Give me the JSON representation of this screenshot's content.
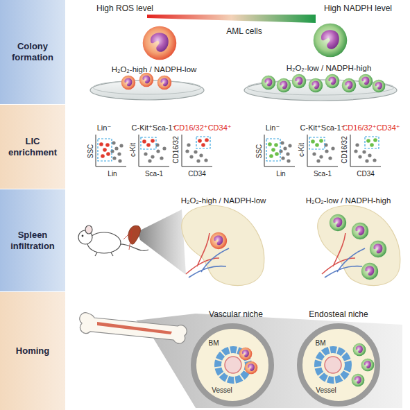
{
  "diagram": {
    "nodes": [
      {
        "text": [
          "Colony formation"
        ]
      },
      {
        "text": [
          "LIC enrichment"
        ]
      },
      {
        "text": [
          "Spleen infiltration"
        ]
      },
      {
        "text": [
          "Homing"
        ]
      }
    ],
    "labels": [
      "High ROS level",
      "High NADPH level",
      "AML cells",
      "H₂O₂-high / NADPH-low",
      "H₂O₂-low / NADPH-high",
      "Lin⁻",
      "C-Kit⁺Sca-1⁻",
      "CD16/32⁺CD34⁺",
      "SSC",
      "Lin",
      "c-Kit",
      "Sca-1",
      "CD16/32",
      "CD34",
      "Lin⁻",
      "C-Kit⁺Sca-1⁻",
      "CD16/32⁺CD34⁺",
      "SSC",
      "Lin",
      "c-Kit",
      "Sca-1",
      "CD16/32",
      "CD34",
      "H₂O₂-high / NADPH-low",
      "H₂O₂-low / NADPH-high",
      "Vascular niche",
      "Endosteal niche",
      "BM",
      "Vessel",
      "BM",
      "Vessel"
    ]
  }
}
